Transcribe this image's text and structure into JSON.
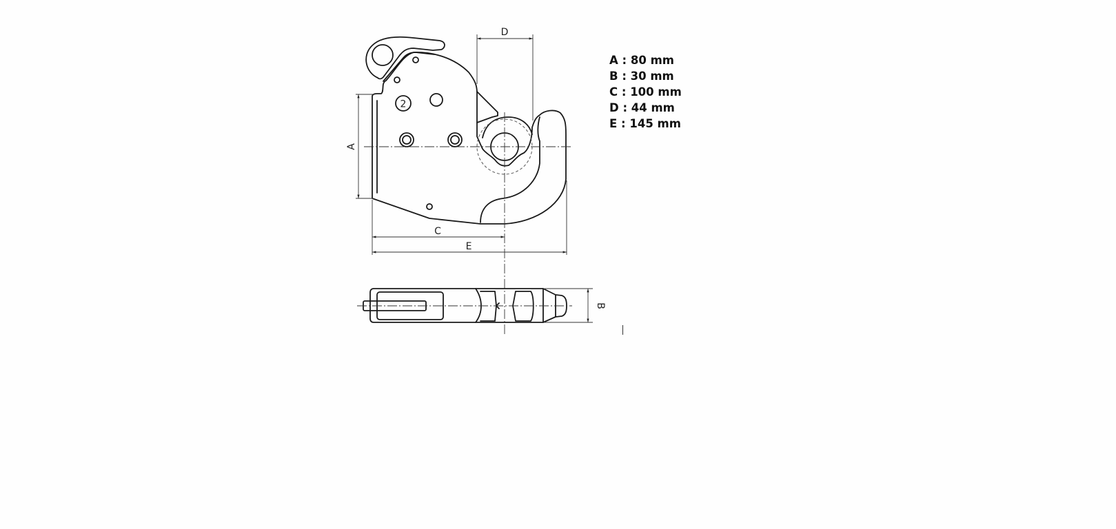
{
  "drawing": {
    "part_number": "2",
    "dimension_labels": {
      "a": "A",
      "b": "B",
      "c": "C",
      "d": "D",
      "e": "E"
    }
  },
  "specs": [
    "A : 80 mm",
    "B : 30 mm",
    "C : 100 mm",
    "D : 44 mm",
    "E : 145 mm"
  ]
}
